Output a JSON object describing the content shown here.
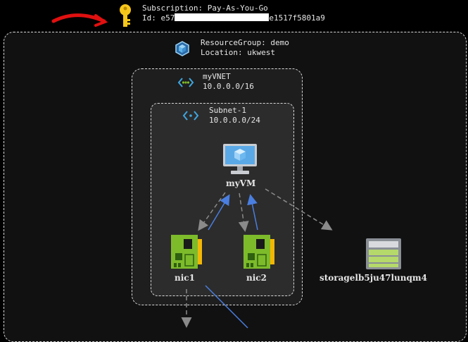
{
  "subscription": {
    "name_line": "Subscription: Pay-As-You-Go",
    "id_prefix": "Id: e57",
    "id_suffix": "e1517f5801a9"
  },
  "resource_group": {
    "name_line": "ResourceGroup: demo",
    "location_line": "Location: ukwest"
  },
  "vnet": {
    "name": "myVNET",
    "cidr": "10.0.0.0/16"
  },
  "subnet": {
    "name": "Subnet-1",
    "cidr": "10.0.0.0/24"
  },
  "vm": {
    "name": "myVM"
  },
  "nics": [
    {
      "name": "nic1"
    },
    {
      "name": "nic2"
    }
  ],
  "storage": {
    "name": "storagelb5ju47lunqm4"
  },
  "colors": {
    "background": "#000000",
    "annotation_red": "#e01010",
    "arrow_blue": "#4a7ee0",
    "arrow_gray": "#8a8a8a",
    "nic_green": "#7dbb2b",
    "key_yellow": "#f6c61b"
  }
}
